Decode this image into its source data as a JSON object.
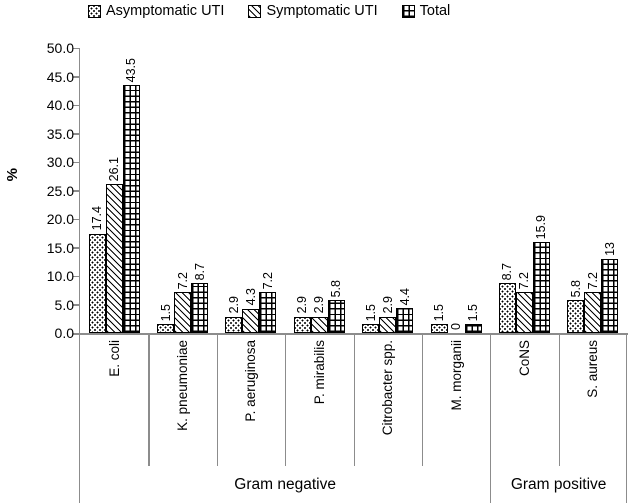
{
  "legend": {
    "items": [
      {
        "label": "Asymptomatic UTI",
        "pattern": "dots"
      },
      {
        "label": "Symptomatic UTI",
        "pattern": "diag"
      },
      {
        "label": "Total",
        "pattern": "grid"
      }
    ]
  },
  "chart_data": {
    "type": "bar",
    "title": "",
    "xlabel": "",
    "ylabel": "%",
    "ylim": [
      0,
      50
    ],
    "ytick_step": 5,
    "ytick_labels": [
      "50.0",
      "45.0",
      "40.0",
      "35.0",
      "30.0",
      "25.0",
      "20.0",
      "15.0",
      "10.0",
      "5.0",
      "0.0"
    ],
    "grid": false,
    "legend_position": "top",
    "categories": [
      "E. coli",
      "K. pneumoniae",
      "P. aeruginosa",
      "P. mirabilis",
      "Citrobacter spp.",
      "M. morganii",
      "CoNS",
      "S. aureus"
    ],
    "groups": [
      {
        "label": "Gram negative",
        "span": 6
      },
      {
        "label": "Gram positive",
        "span": 2
      }
    ],
    "series": [
      {
        "name": "Asymptomatic UTI",
        "pattern": "dots",
        "values": [
          17.4,
          1.5,
          2.9,
          2.9,
          1.5,
          1.5,
          8.7,
          5.8
        ],
        "labels": [
          "17.4",
          "1.5",
          "2.9",
          "2.9",
          "1.5",
          "1.5",
          "8.7",
          "5.8"
        ]
      },
      {
        "name": "Symptomatic UTI",
        "pattern": "diag",
        "values": [
          26.1,
          7.2,
          4.3,
          2.9,
          2.9,
          0,
          7.2,
          7.2
        ],
        "labels": [
          "26.1",
          "7.2",
          "4.3",
          "2.9",
          "2.9",
          "0",
          "7.2",
          "7.2"
        ]
      },
      {
        "name": "Total",
        "pattern": "grid",
        "values": [
          43.5,
          8.7,
          7.2,
          5.8,
          4.4,
          1.5,
          15.9,
          13
        ],
        "labels": [
          "43.5",
          "8.7",
          "7.2",
          "5.8",
          "4.4",
          "1.5",
          "15.9",
          "13"
        ]
      }
    ]
  },
  "colors": {
    "axis": "#8c8c8c",
    "text": "#000000",
    "bar_border": "#000000",
    "background": "#ffffff"
  }
}
